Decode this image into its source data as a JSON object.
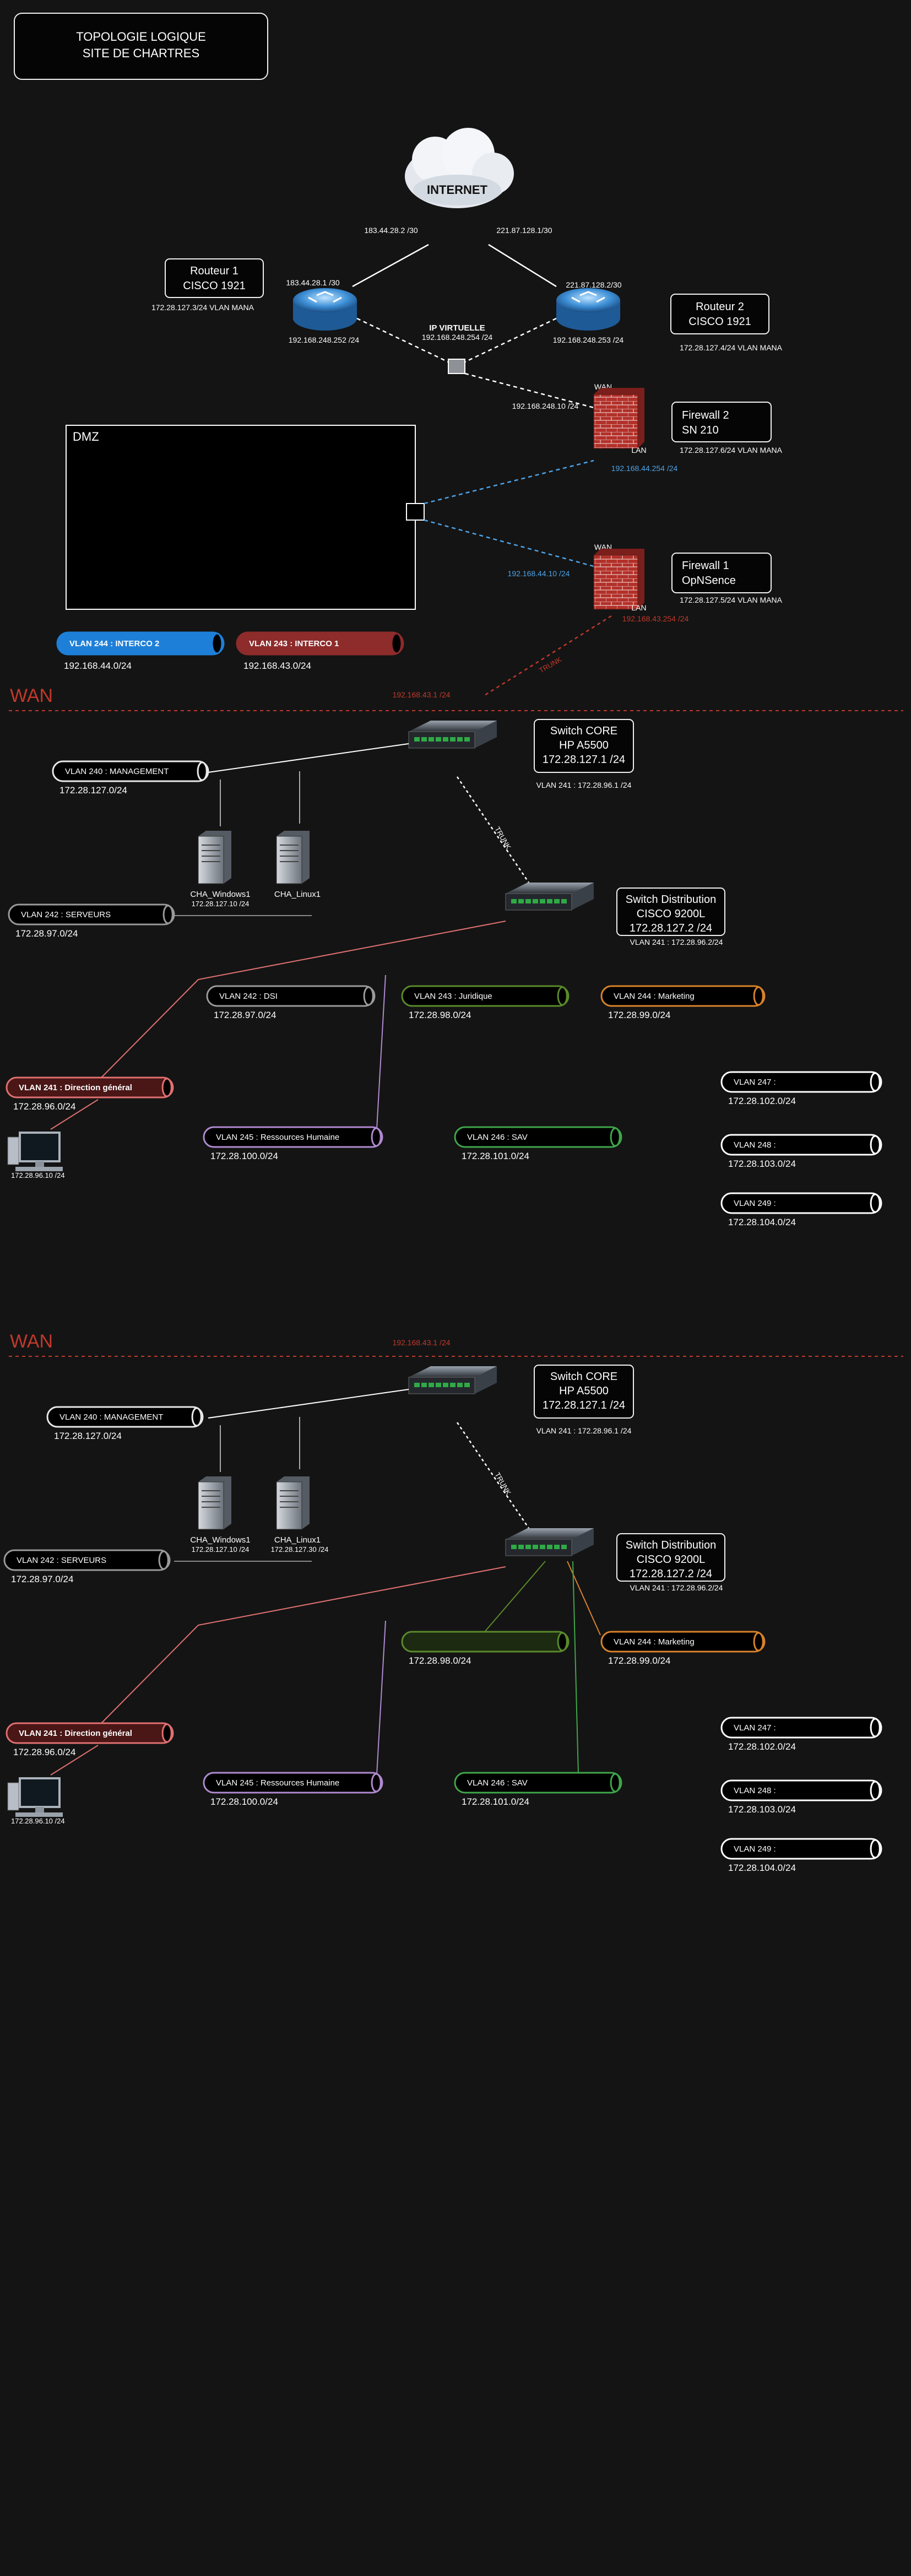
{
  "title": {
    "line1": "TOPOLOGIE LOGIQUE",
    "line2": "SITE DE CHARTRES"
  },
  "internet": {
    "label": "INTERNET",
    "ip_left": "183.44.28.2 /30",
    "ip_right": "221.87.128.1/30"
  },
  "router1": {
    "line1": "Routeur 1",
    "line2": "CISCO 1921",
    "mgmt": "172.28.127.3/24 VLAN MANA",
    "wan_ip": "183.44.28.1 /30",
    "lan_ip": "192.168.248.252 /24"
  },
  "router2": {
    "line1": "Routeur 2",
    "line2": "CISCO 1921",
    "mgmt": "172.28.127.4/24 VLAN MANA",
    "wan_ip": "221.87.128.2/30",
    "lan_ip": "192.168.248.253 /24"
  },
  "vip": {
    "label": "IP VIRTUELLE",
    "ip": "192.168.248.254 /24"
  },
  "firewall2": {
    "line1": "Firewall 2",
    "line2": "SN 210",
    "mgmt": "172.28.127.6/24 VLAN MANA",
    "wan": "WAN",
    "lan": "LAN",
    "wan_ip": "192.168.248.10 /24",
    "lan_ip": "192.168.44.254 /24"
  },
  "firewall1": {
    "line1": "Firewall 1",
    "line2": "OpNSence",
    "mgmt": "172.28.127.5/24 VLAN MANA",
    "wan": "WAN",
    "lan": "LAN",
    "wan_ip": "192.168.44.10 /24",
    "lan_ip": "192.168.43.254 /24"
  },
  "dmz": {
    "label": "DMZ"
  },
  "interco": [
    {
      "name": "VLAN 244 : INTERCO 2",
      "net": "192.168.44.0/24",
      "color": "#1e7fd8"
    },
    {
      "name": "VLAN 243 : INTERCO 1",
      "net": "192.168.43.0/24",
      "color": "#8e2b2b"
    }
  ],
  "trunk_label": "TRUNK",
  "sections": [
    {
      "wan": "WAN",
      "wan_ip": "192.168.43.1 /24",
      "core": {
        "line1": "Switch CORE",
        "line2": "HP A5500",
        "line3": "172.28.127.1 /24",
        "vlan": "VLAN 241 : 172.28.96.1 /24"
      },
      "dist": {
        "line1": "Switch Distribution",
        "line2": "CISCO 9200L",
        "line3": "172.28.127.2 /24",
        "vlan": "VLAN 241 : 172.28.96.2/24"
      },
      "servers": [
        {
          "name": "CHA_Windows1",
          "ip": "172.28.127.10 /24"
        },
        {
          "name": "CHA_Linux1",
          "ip": ""
        }
      ],
      "pc_ip": "172.28.96.10 /24",
      "vlans": [
        {
          "id": "mgmt",
          "name": "VLAN 240 : MANAGEMENT",
          "net": "172.28.127.0/24",
          "color": "#e8e8e8"
        },
        {
          "id": "serv",
          "name": "VLAN 242 : SERVEURS",
          "net": "172.28.97.0/24",
          "color": "#9a9a9a"
        },
        {
          "id": "dsi",
          "name": "VLAN 242 : DSI",
          "net": "172.28.97.0/24",
          "color": "#9a9a9a"
        },
        {
          "id": "jur",
          "name": "VLAN 243 : Juridique",
          "net": "172.28.98.0/24",
          "color": "#5a8a2a"
        },
        {
          "id": "mkt",
          "name": "VLAN 244 : Marketing",
          "net": "172.28.99.0/24",
          "color": "#d9822b"
        },
        {
          "id": "dir",
          "name": "VLAN 241 : Direction général",
          "net": "172.28.96.0/24",
          "color": "#e07070"
        },
        {
          "id": "rh",
          "name": "VLAN 245 : Ressources Humaine",
          "net": "172.28.100.0/24",
          "color": "#b08ad0"
        },
        {
          "id": "sav",
          "name": "VLAN 246 : SAV",
          "net": "172.28.101.0/24",
          "color": "#3fa64a"
        },
        {
          "id": "v247",
          "name": "VLAN 247 :",
          "net": "172.28.102.0/24",
          "color": "#ffffff"
        },
        {
          "id": "v248",
          "name": "VLAN 248 :",
          "net": "172.28.103.0/24",
          "color": "#ffffff"
        },
        {
          "id": "v249",
          "name": "VLAN 249 :",
          "net": "172.28.104.0/24",
          "color": "#ffffff"
        }
      ]
    },
    {
      "wan": "WAN",
      "wan_ip": "192.168.43.1 /24",
      "core": {
        "line1": "Switch CORE",
        "line2": "HP A5500",
        "line3": "172.28.127.1 /24",
        "vlan": "VLAN 241 : 172.28.96.1 /24"
      },
      "dist": {
        "line1": "Switch Distribution",
        "line2": "CISCO 9200L",
        "line3": "172.28.127.2 /24",
        "vlan": "VLAN 241 : 172.28.96.2/24"
      },
      "servers": [
        {
          "name": "CHA_Windows1",
          "ip": "172.28.127.10 /24"
        },
        {
          "name": "CHA_Linux1",
          "ip": "172.28.127.30 /24"
        }
      ],
      "pc_ip": "172.28.96.10 /24",
      "vlans": [
        {
          "id": "mgmt",
          "name": "VLAN 240 : MANAGEMENT",
          "net": "172.28.127.0/24",
          "color": "#e8e8e8"
        },
        {
          "id": "serv",
          "name": "VLAN 242 : SERVEURS",
          "net": "172.28.97.0/24",
          "color": "#9a9a9a"
        },
        {
          "id": "jur",
          "name": "",
          "net": "172.28.98.0/24",
          "color": "#5a8a2a"
        },
        {
          "id": "mkt",
          "name": "VLAN 244 : Marketing",
          "net": "172.28.99.0/24",
          "color": "#d9822b"
        },
        {
          "id": "dir",
          "name": "VLAN 241 : Direction général",
          "net": "172.28.96.0/24",
          "color": "#e07070"
        },
        {
          "id": "rh",
          "name": "VLAN 245 : Ressources Humaine",
          "net": "172.28.100.0/24",
          "color": "#b08ad0"
        },
        {
          "id": "sav",
          "name": "VLAN 246 : SAV",
          "net": "172.28.101.0/24",
          "color": "#3fa64a"
        },
        {
          "id": "v247",
          "name": "VLAN 247 :",
          "net": "172.28.102.0/24",
          "color": "#ffffff"
        },
        {
          "id": "v248",
          "name": "VLAN 248 :",
          "net": "172.28.103.0/24",
          "color": "#ffffff"
        },
        {
          "id": "v249",
          "name": "VLAN 249 :",
          "net": "172.28.104.0/24",
          "color": "#ffffff"
        }
      ]
    }
  ]
}
